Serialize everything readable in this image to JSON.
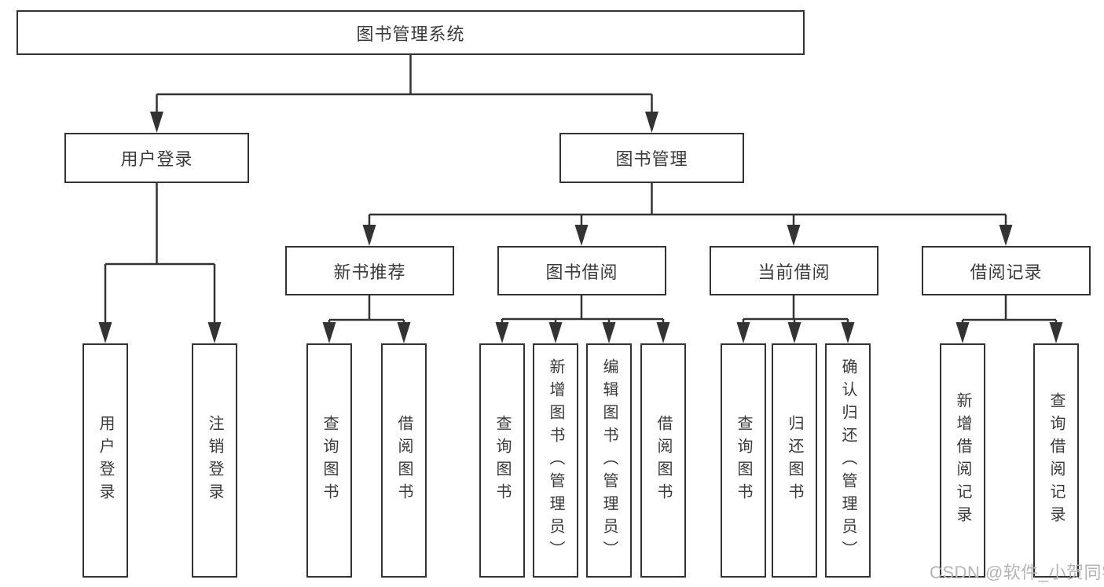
{
  "style": {
    "line_color": "#333333",
    "box_border_color": "#333333",
    "text_color": "#3a3a3a",
    "watermark_color": "#b5b5b5",
    "background": "#ffffff"
  },
  "diagram": {
    "root": {
      "label": "图书管理系统"
    },
    "level2": {
      "user_login": {
        "label": "用户登录"
      },
      "book_management": {
        "label": "图书管理"
      }
    },
    "level3": {
      "new_book_recommend": {
        "label": "新书推荐"
      },
      "book_borrowing": {
        "label": "图书借阅"
      },
      "current_borrowing": {
        "label": "当前借阅"
      },
      "borrowing_records": {
        "label": "借阅记录"
      }
    },
    "leaves": {
      "user_login": [
        "用户登录",
        "注销登录"
      ],
      "new_book_recommend": [
        "查询图书",
        "借阅图书"
      ],
      "book_borrowing": [
        "查询图书",
        "新增图书（管理员）",
        "编辑图书（管理员）",
        "借阅图书"
      ],
      "current_borrowing": [
        "查询图书",
        "归还图书",
        "确认归还（管理员）"
      ],
      "borrowing_records": [
        "新增借阅记录",
        "查询借阅记录"
      ]
    }
  },
  "watermark": {
    "text": "CSDN @软件_小贺同学"
  }
}
